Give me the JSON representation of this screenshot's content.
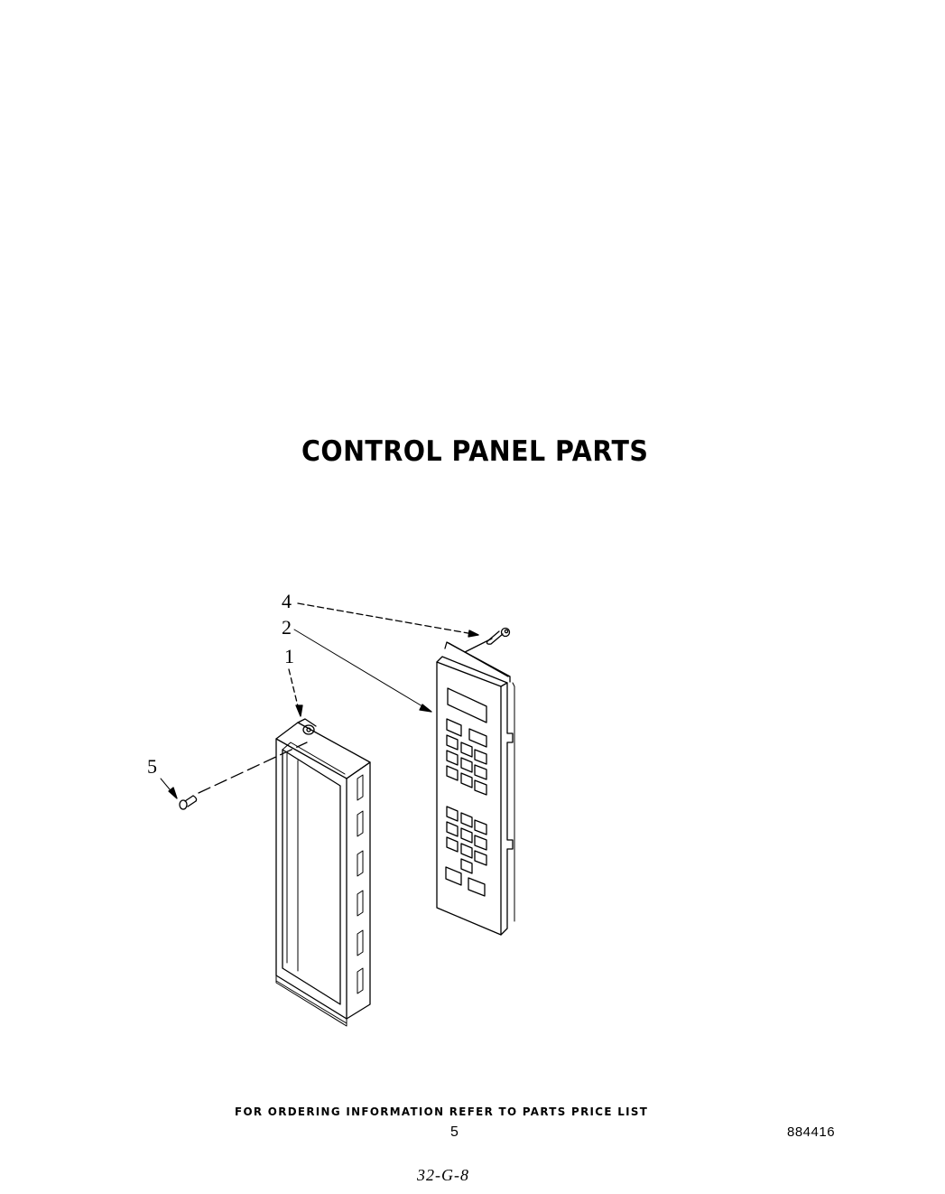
{
  "page": {
    "title": "CONTROL PANEL PARTS",
    "footer_note": "FOR ORDERING INFORMATION REFER TO PARTS PRICE LIST",
    "page_number": "5",
    "document_number": "884416",
    "handwritten_code": "32-G-8"
  },
  "diagram": {
    "type": "exploded-view parts diagram",
    "callouts": [
      {
        "number": "4",
        "part": "screw (control panel top)"
      },
      {
        "number": "2",
        "part": "control panel / keypad assembly"
      },
      {
        "number": "1",
        "part": "control panel frame"
      },
      {
        "number": "5",
        "part": "screw (frame)"
      }
    ],
    "line_color": "#000000",
    "background": "#ffffff"
  }
}
